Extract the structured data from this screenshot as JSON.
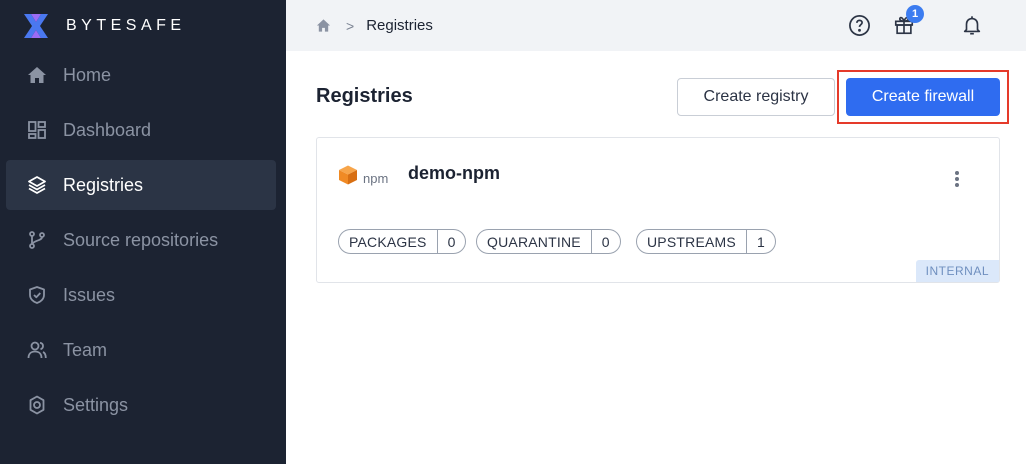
{
  "brand": {
    "name": "BYTESAFE",
    "logo_icon": "bytesafe-logo-icon"
  },
  "sidebar": {
    "items": [
      {
        "label": "Home",
        "icon": "home-icon",
        "active": false
      },
      {
        "label": "Dashboard",
        "icon": "dashboard-icon",
        "active": false
      },
      {
        "label": "Registries",
        "icon": "layers-icon",
        "active": true
      },
      {
        "label": "Source repositories",
        "icon": "git-branch-icon",
        "active": false
      },
      {
        "label": "Issues",
        "icon": "shield-icon",
        "active": false
      },
      {
        "label": "Team",
        "icon": "users-icon",
        "active": false
      },
      {
        "label": "Settings",
        "icon": "gear-icon",
        "active": false
      }
    ]
  },
  "topbar": {
    "breadcrumb": {
      "home_icon": "home-icon",
      "separator": ">",
      "current": "Registries"
    },
    "help_icon": "help-circle-icon",
    "gift_icon": "gift-icon",
    "gift_badge": "1",
    "bell_icon": "bell-icon"
  },
  "main": {
    "title": "Registries",
    "create_registry_label": "Create registry",
    "create_firewall_label": "Create firewall"
  },
  "registry_card": {
    "package_icon": "box-icon",
    "package_type": "npm",
    "name": "demo-npm",
    "menu_icon": "kebab-menu-icon",
    "stats": [
      {
        "label": "PACKAGES",
        "value": "0"
      },
      {
        "label": "QUARANTINE",
        "value": "0"
      },
      {
        "label": "UPSTREAMS",
        "value": "1"
      }
    ],
    "scope_tag": "INTERNAL"
  },
  "colors": {
    "sidebar_bg": "#1c2332",
    "sidebar_active_bg": "#2b3445",
    "primary": "#2f6cf0",
    "highlight_outline": "#e53a2a",
    "npm_orange": "#f08a24"
  }
}
